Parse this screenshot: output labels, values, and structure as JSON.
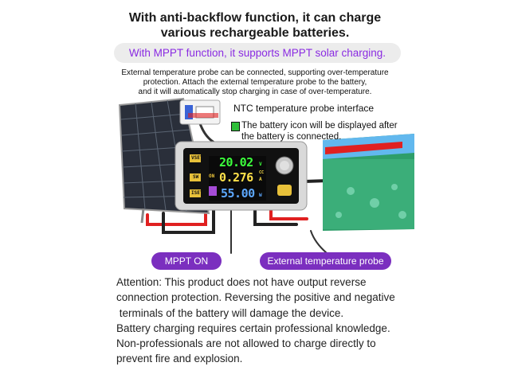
{
  "headline": {
    "line1": "With anti-backflow function, it can charge",
    "line2": "various rechargeable batteries."
  },
  "mppt_pill": "With MPPT function, it supports MPPT solar charging.",
  "description": {
    "line1": "External temperature probe can be connected, supporting over-temperature",
    "line2": "protection. Attach the external temperature probe to the battery,",
    "line3": "and it will automatically stop charging in case of over-temperature."
  },
  "callouts": {
    "ntc": "NTC temperature probe interface",
    "battery_icon_line1": "The battery icon will be displayed after",
    "battery_icon_line2": "the battery is connected."
  },
  "device": {
    "buttons": [
      "VSET",
      "SW",
      "ISET"
    ],
    "on_label": "ON",
    "voltage": "20.02",
    "voltage_unit": "V",
    "current": "0.276",
    "current_mode": "CC",
    "current_unit": "A",
    "power": "55.00",
    "power_unit": "W"
  },
  "tags": {
    "mppt_on": "MPPT ON",
    "external_probe": "External temperature probe"
  },
  "attention": [
    "Attention: This product does not have output reverse",
    "connection protection. Reversing the positive and negative",
    " terminals of the battery will damage the device.",
    "Battery charging requires certain professional knowledge.",
    "Non-professionals are not allowed to charge directly to",
    "prevent fire and explosion."
  ],
  "colors": {
    "pill_text": "#8a2be2",
    "tag_bg": "#7b2fbf",
    "lcd_voltage": "#3cff3c",
    "lcd_current": "#ffe14a",
    "lcd_power": "#5da8ff",
    "battery_body": "#2e9e6a",
    "wire_red": "#e02020"
  }
}
